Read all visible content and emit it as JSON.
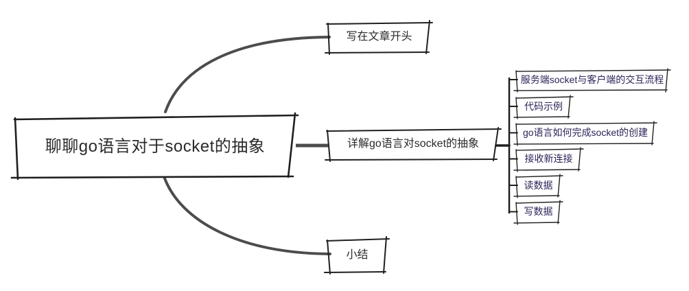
{
  "diagram": {
    "type": "mindmap",
    "root": {
      "label": "聊聊go语言对于socket的抽象"
    },
    "branches": [
      {
        "label": "写在文章开头"
      },
      {
        "label": "详解go语言对socket的抽象",
        "children": [
          {
            "label": "服务端socket与客户端的交互流程"
          },
          {
            "label": "代码示例"
          },
          {
            "label": "go语言如何完成socket的创建"
          },
          {
            "label": "接收新连接"
          },
          {
            "label": "读数据"
          },
          {
            "label": "写数据"
          }
        ]
      },
      {
        "label": "小结"
      }
    ],
    "colors": {
      "background": "#ffffff",
      "box_border": "#1f1f1f",
      "connector": "#4c4c4c",
      "node_text": "#2a2a2a",
      "child_text": "#2b2457"
    }
  }
}
